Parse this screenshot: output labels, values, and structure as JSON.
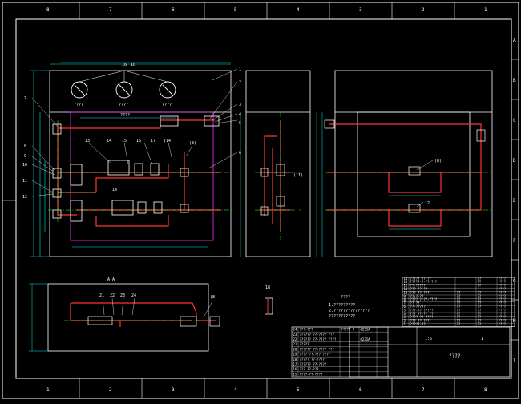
{
  "frame": {
    "border_numbers_top": [
      "8",
      "7",
      "6",
      "5",
      "4",
      "3",
      "2",
      "1"
    ],
    "border_numbers_bottom": [
      "1",
      "2",
      "3",
      "4",
      "5",
      "6",
      "7",
      "8"
    ],
    "border_letters_right": [
      "A",
      "B",
      "C",
      "D",
      "E",
      "F",
      "G",
      "H",
      "I"
    ]
  },
  "front_view": {
    "dim_top_left": "16",
    "dim_top_right": "10",
    "gauge_labels": [
      "????",
      "????",
      "????"
    ],
    "center_dim": "????",
    "labels": [
      "1",
      "2",
      "3",
      "4",
      "5",
      "6",
      "7",
      "8",
      "9",
      "10",
      "11",
      "12",
      "13",
      "14",
      "15",
      "16",
      "17",
      "(14)",
      "(8)",
      "14"
    ]
  },
  "side_view": {
    "label": "(11)"
  },
  "rear_view": {
    "label_a": "(8)",
    "label_b": "12"
  },
  "section_view": {
    "title": "A-A",
    "labels": [
      "21",
      "22",
      "23",
      "24",
      "(8)"
    ]
  },
  "detail_view": {
    "label": "18"
  },
  "notes": {
    "title": "????",
    "lines": [
      "1.?????????",
      "2.???????????????",
      "???????????"
    ]
  },
  "bom_left": {
    "rows": [
      [
        "24",
        "???-???",
        "????? ?",
        "Q235A",
        ""
      ],
      [
        "23",
        "?????? ??-???? ???",
        "",
        "",
        ""
      ],
      [
        "22",
        "?????? ??-???? ????",
        "",
        "Q235A",
        ""
      ],
      [
        "21",
        "?????",
        "",
        "",
        ""
      ],
      [
        "20",
        "?????? ??-???? ???",
        "",
        "",
        ""
      ],
      [
        "19",
        "???? ??-??? ????",
        "",
        "",
        ""
      ],
      [
        "18",
        "????? ??-????",
        "",
        "",
        ""
      ],
      [
        "17",
        "?????? ??-????",
        "",
        "",
        ""
      ],
      [
        "16",
        "??? ??-???",
        "",
        "",
        ""
      ],
      [
        "15",
        "????-??-????",
        "",
        "",
        ""
      ]
    ]
  },
  "bom_right": {
    "rows": [
      [
        "14",
        "????? ??-??",
        "",
        "??",
        "????"
      ],
      [
        "13",
        "?????-?-??-???",
        "",
        "??",
        "????"
      ],
      [
        "12",
        "??-?????",
        "",
        "??",
        "????"
      ],
      [
        "11",
        "???-??-??",
        "",
        "",
        "????"
      ],
      [
        "10",
        "???-??-???",
        "??",
        "??",
        "????"
      ],
      [
        "9",
        "??-?-??",
        "??",
        "??",
        "????"
      ],
      [
        "8",
        "???? ?-??-????",
        "??",
        "??",
        "????"
      ],
      [
        "7",
        "?? ??",
        "??",
        "??",
        "????"
      ],
      [
        "6",
        "??-?????",
        "??",
        "??",
        "????"
      ],
      [
        "5",
        "???-?? ?????",
        "??",
        "??",
        "????"
      ],
      [
        "4",
        "??? ??-?? ???",
        "??",
        "??",
        "????"
      ],
      [
        "3",
        "???? ??-????",
        "??",
        "??",
        "????"
      ],
      [
        "2",
        "??? ??-???",
        "??",
        "??",
        "????"
      ],
      [
        "1",
        "?????-??",
        "??",
        "??",
        "????"
      ]
    ]
  },
  "title_block": {
    "drawing_name": "????",
    "scale": "1:5",
    "sheet": "1"
  }
}
